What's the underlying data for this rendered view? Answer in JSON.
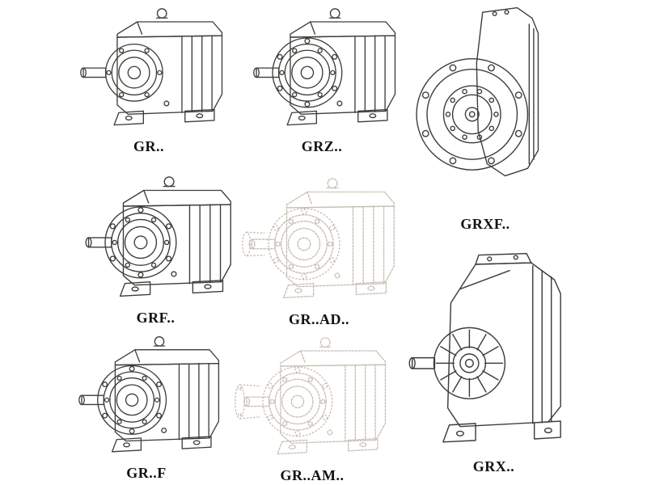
{
  "colors": {
    "background": "#ffffff",
    "line": "#3f3c38",
    "ghost_line": "#c7bfb2",
    "label": "#111111"
  },
  "items": [
    {
      "label": "GR..",
      "ghost": false
    },
    {
      "label": "GRZ..",
      "ghost": false
    },
    {
      "label": "GRXF..",
      "ghost": false
    },
    {
      "label": "GRF..",
      "ghost": false
    },
    {
      "label": "GR..AD..",
      "ghost": true
    },
    {
      "label": "GRX..",
      "ghost": false
    },
    {
      "label": "GR..F",
      "ghost": false
    },
    {
      "label": "GR..AM..",
      "ghost": true
    }
  ]
}
